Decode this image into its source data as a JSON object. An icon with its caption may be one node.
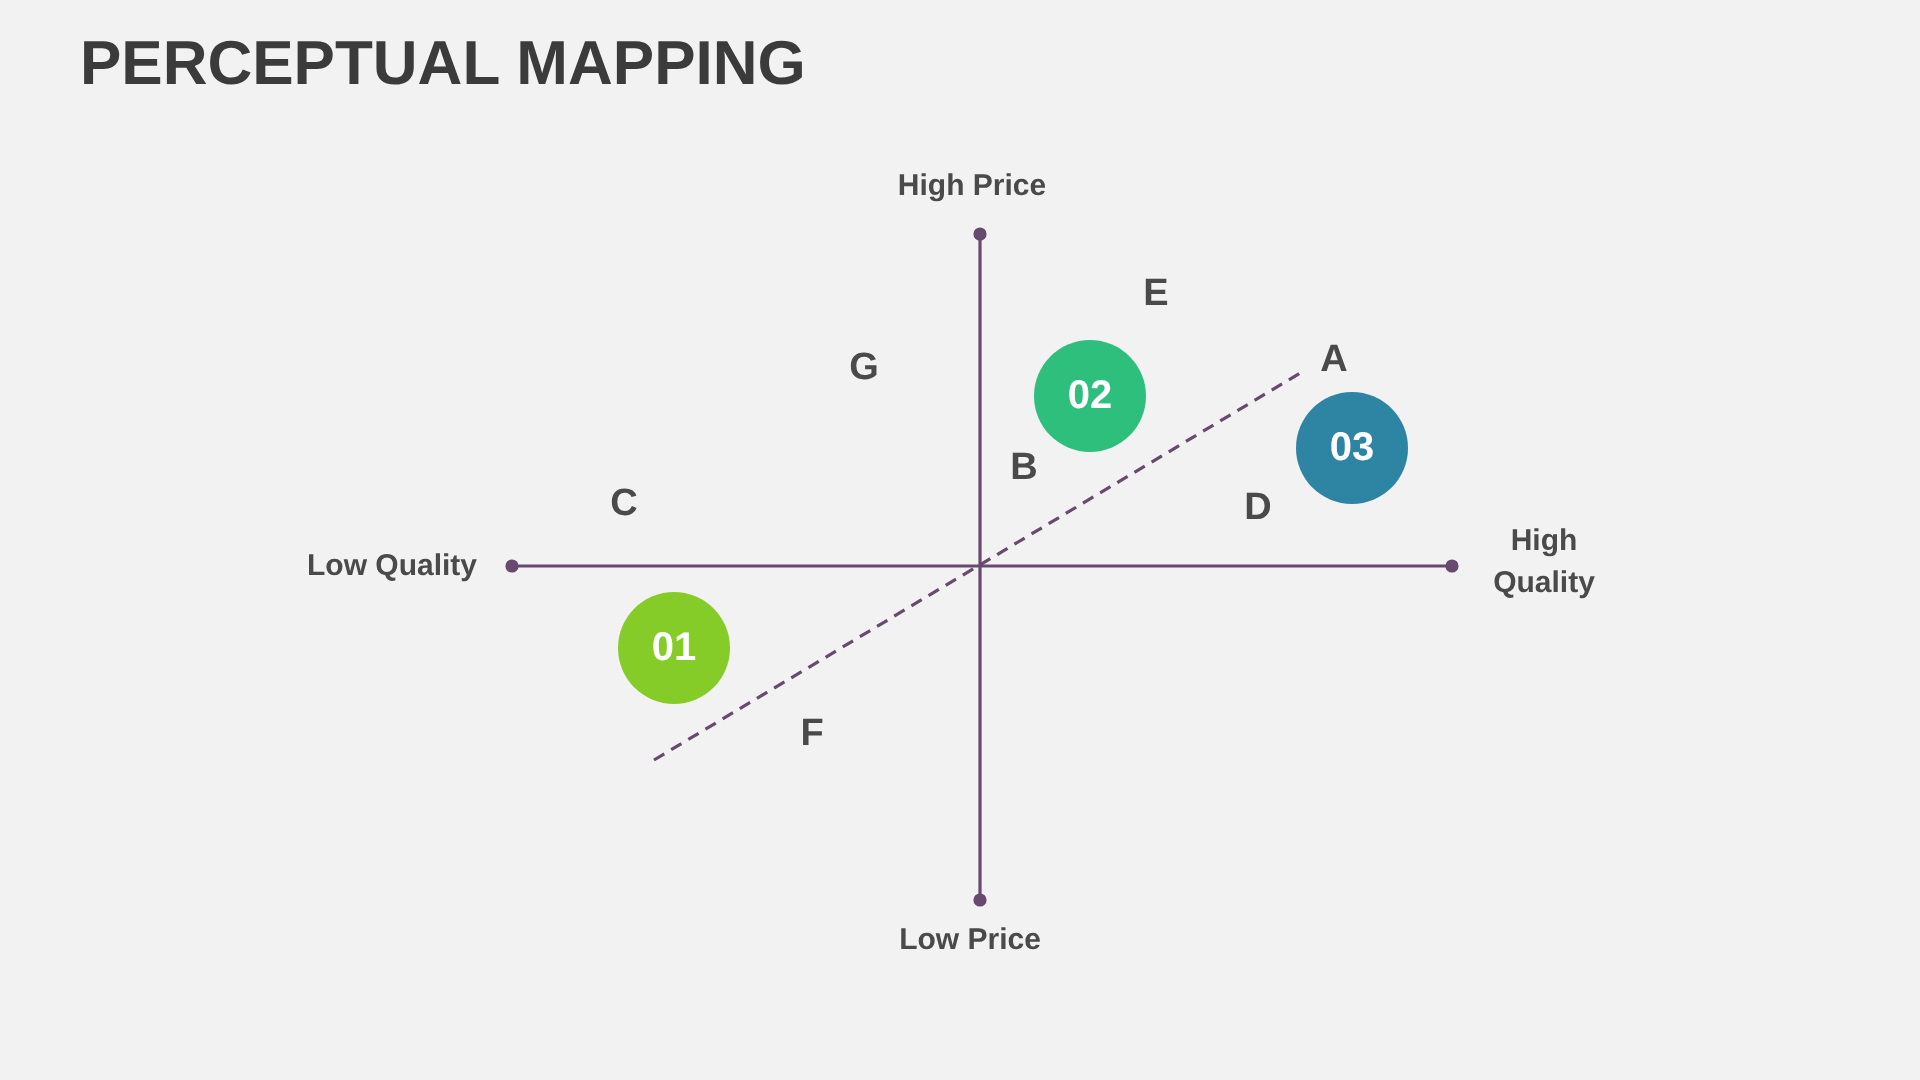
{
  "diagram": {
    "title": "PERCEPTUAL MAPPING",
    "nodes": [
      {
        "text": [
          "01"
        ]
      },
      {
        "text": [
          "02"
        ]
      },
      {
        "text": [
          "03"
        ]
      }
    ],
    "edges": [],
    "labels": [
      "High Price",
      "E",
      "G",
      "A",
      "B",
      "C",
      "D",
      "Low Quality",
      "High Quality",
      "F",
      "Low Price"
    ]
  }
}
